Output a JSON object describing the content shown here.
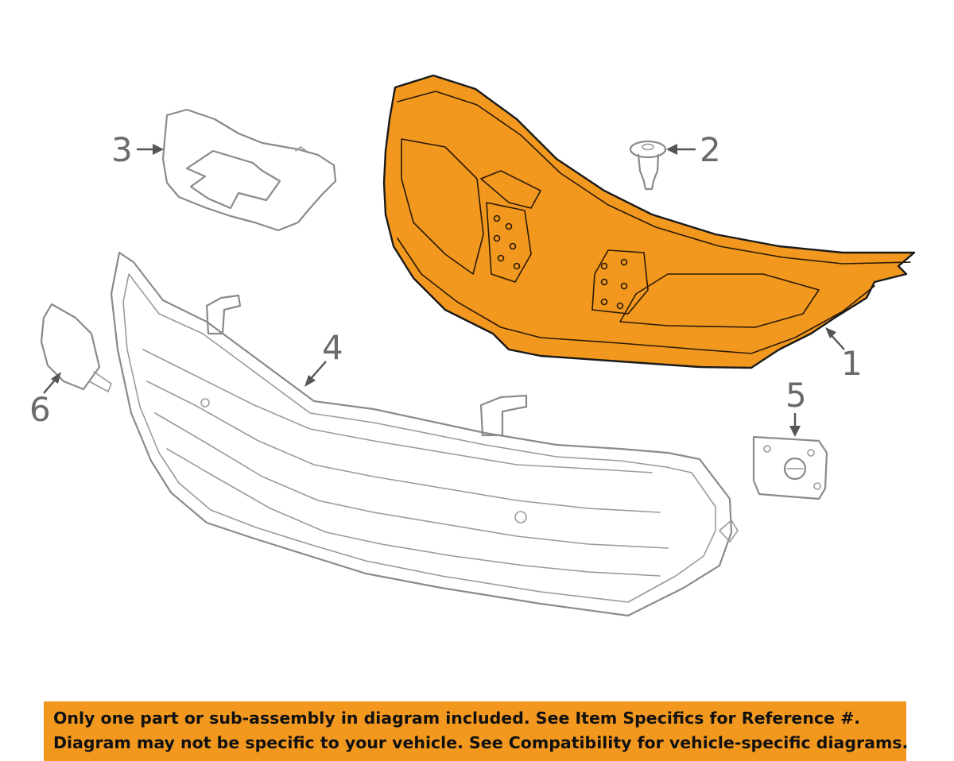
{
  "callouts": [
    {
      "number": "1",
      "part": "grille-bracket"
    },
    {
      "number": "2",
      "part": "clip"
    },
    {
      "number": "3",
      "part": "emblem"
    },
    {
      "number": "4",
      "part": "grille"
    },
    {
      "number": "5",
      "part": "bracket"
    },
    {
      "number": "6",
      "part": "cover"
    }
  ],
  "colors": {
    "highlight": "#f2981f",
    "line_art": "#8a8a8a",
    "banner_bg": "#f2981f",
    "banner_text": "#111111"
  },
  "banner": {
    "line1": "Only one part or sub-assembly in diagram included. See Item Specifics for Reference #.",
    "line2": "Diagram may not be specific to your vehicle. See Compatibility for vehicle-specific diagrams."
  }
}
